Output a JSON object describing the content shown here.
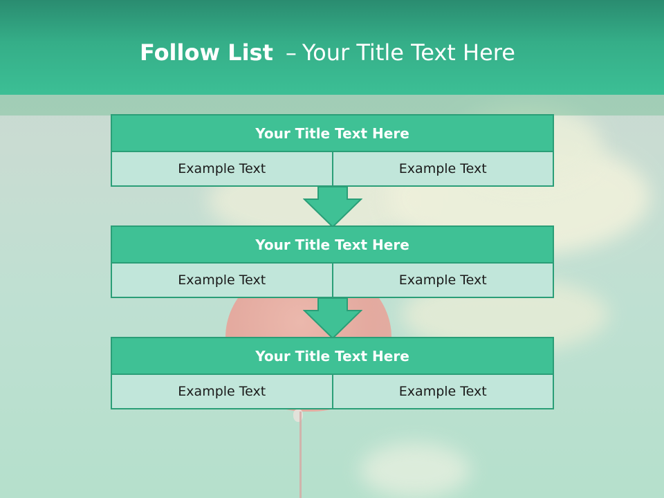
{
  "slide": {
    "title_bold": "Follow List",
    "title_sep": "–",
    "title_rest": "Your Title Text Here"
  },
  "steps": [
    {
      "title": "Your Title Text Here",
      "left": "Example Text",
      "right": "Example Text"
    },
    {
      "title": "Your Title Text Here",
      "left": "Example Text",
      "right": "Example Text"
    },
    {
      "title": "Your Title Text Here",
      "left": "Example Text",
      "right": "Example Text"
    }
  ],
  "colors": {
    "header": "#3cbf95",
    "box_title": "#3fc195",
    "box_cell": "#c1e6da",
    "border": "#2a9e77",
    "arrow": "#3fc195"
  },
  "icons": {
    "arrow": "arrow-down-icon"
  }
}
